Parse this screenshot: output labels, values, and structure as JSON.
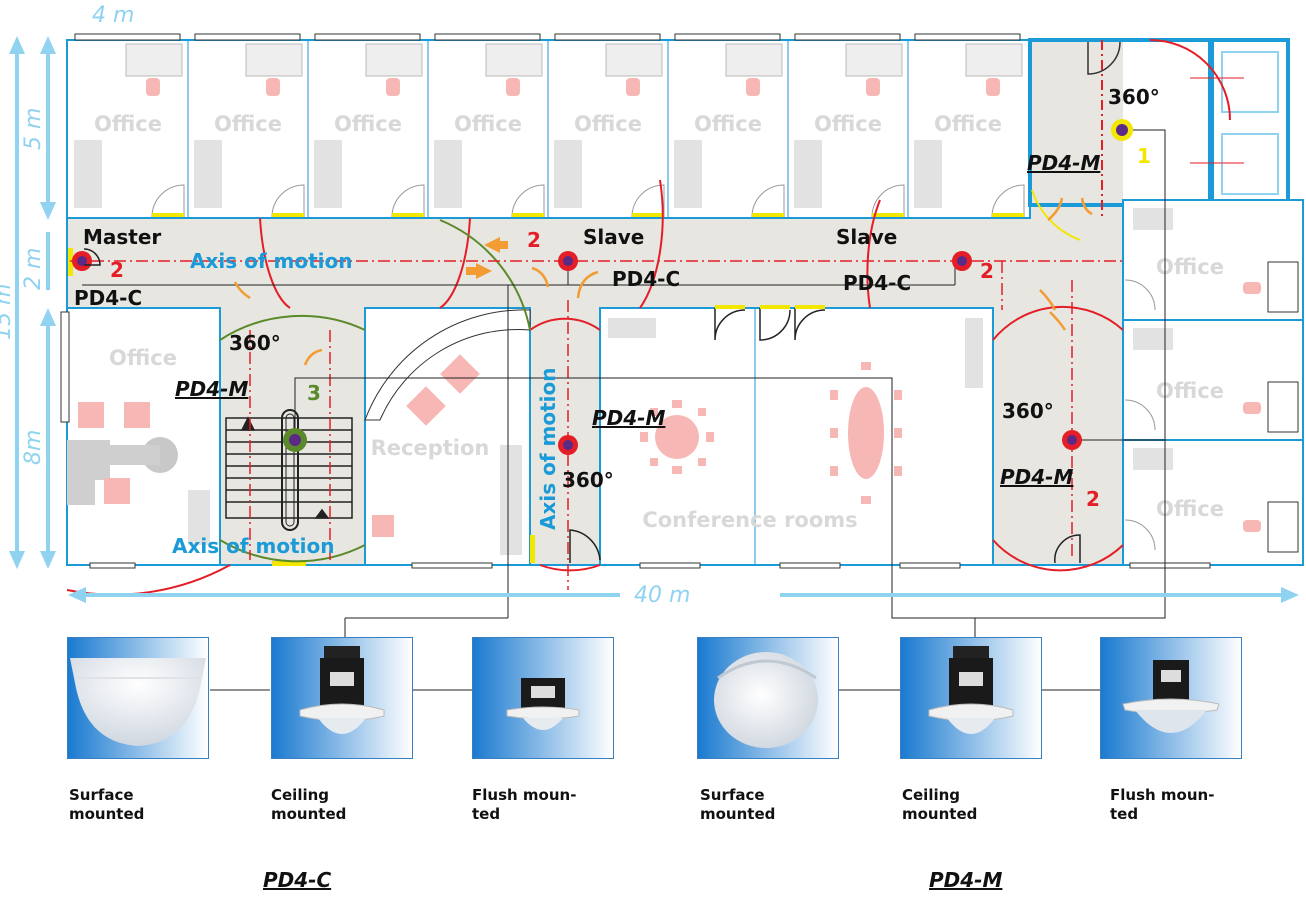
{
  "dimensions": {
    "width": "4 m",
    "office_depth": "5 m",
    "corridor": "2 m",
    "total_depth": "15 m",
    "lower_depth": "8m",
    "total_length": "40 m"
  },
  "rooms": {
    "office": "Office",
    "reception": "Reception",
    "conference": "Conference rooms"
  },
  "labels": {
    "master": "Master",
    "slave": "Slave",
    "pd4c": "PD4-C",
    "pd4m": "PD4-M",
    "axis": "Axis of motion",
    "deg360": "360°",
    "n1": "1",
    "n2": "2",
    "n3": "3"
  },
  "products": {
    "pd4c": [
      {
        "caption": "Surface\nmounted",
        "icon": "surface-mounted-sensor-photo"
      },
      {
        "caption": "Ceiling\nmounted",
        "icon": "ceiling-mounted-sensor-photo"
      },
      {
        "caption": "Flush moun-\nted",
        "icon": "flush-mounted-sensor-photo"
      }
    ],
    "pd4m": [
      {
        "caption": "Surface\nmounted",
        "icon": "surface-mounted-sensor-photo"
      },
      {
        "caption": "Ceiling\nmounted",
        "icon": "ceiling-mounted-sensor-photo"
      },
      {
        "caption": "Flush moun-\nted",
        "icon": "flush-mounted-sensor-photo"
      }
    ],
    "pd4c_title": "PD4-C",
    "pd4m_title": "PD4-M"
  },
  "colors": {
    "wall": "#1a9ad6",
    "floor": "#e7e6e1",
    "sensor_red": "#e41e26",
    "sensor_purple": "#5b2a86",
    "dimension": "#8fd3f0",
    "arrow": "#f39c33",
    "furniture": "#f7b7b5",
    "olive": "#5a8a2a",
    "yellow": "#f3e600"
  }
}
